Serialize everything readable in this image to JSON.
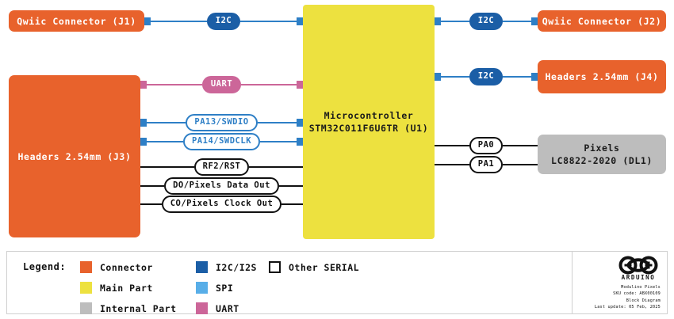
{
  "diagram": {
    "blocks": {
      "j1": {
        "label": "Qwiic Connector (J1)",
        "kind": "connector"
      },
      "j3": {
        "label": "Headers 2.54mm (J3)",
        "kind": "connector"
      },
      "mcu": {
        "line1": "Microcontroller",
        "line2": "STM32C011F6U6TR (U1)",
        "kind": "main-part"
      },
      "j2": {
        "label": "Qwiic Connector (J2)",
        "kind": "connector"
      },
      "j4": {
        "label": "Headers 2.54mm (J4)",
        "kind": "connector"
      },
      "dl1": {
        "line1": "Pixels",
        "line2": "LC8822-2020 (DL1)",
        "kind": "internal-part"
      }
    },
    "connections": [
      {
        "label": "I2C",
        "bus": "i2c",
        "from": "j1",
        "to": "mcu"
      },
      {
        "label": "I2C",
        "bus": "i2c",
        "from": "mcu",
        "to": "j2"
      },
      {
        "label": "I2C",
        "bus": "i2c",
        "from": "mcu",
        "to": "j4"
      },
      {
        "label": "UART",
        "bus": "uart",
        "from": "j3",
        "to": "mcu"
      },
      {
        "label": "PA13/SWDIO",
        "bus": "spi",
        "from": "j3",
        "to": "mcu"
      },
      {
        "label": "PA14/SWDCLK",
        "bus": "spi",
        "from": "j3",
        "to": "mcu"
      },
      {
        "label": "RF2/RST",
        "bus": "other",
        "from": "j3",
        "to": "mcu"
      },
      {
        "label": "DO/Pixels Data Out",
        "bus": "other",
        "from": "j3",
        "to": "mcu"
      },
      {
        "label": "CO/Pixels Clock Out",
        "bus": "other",
        "from": "j3",
        "to": "mcu"
      },
      {
        "label": "PA0",
        "bus": "other",
        "from": "mcu",
        "to": "dl1"
      },
      {
        "label": "PA1",
        "bus": "other",
        "from": "mcu",
        "to": "dl1"
      }
    ]
  },
  "legend": {
    "title": "Legend:",
    "items": [
      {
        "label": "Connector",
        "color": "#E8622C",
        "style": "fill"
      },
      {
        "label": "Main Part",
        "color": "#EDE13F",
        "style": "fill"
      },
      {
        "label": "Internal Part",
        "color": "#BDBDBD",
        "style": "fill"
      },
      {
        "label": "I2C/I2S",
        "color": "#1B5EA6",
        "style": "fill"
      },
      {
        "label": "SPI",
        "color": "#58AEE8",
        "style": "fill"
      },
      {
        "label": "UART",
        "color": "#CC6699",
        "style": "fill"
      },
      {
        "label": "Other SERIAL",
        "color": "#FFFFFF",
        "style": "outline"
      }
    ]
  },
  "credit": {
    "logo_word": "ARDUINO",
    "line1": "Modulino Pixels",
    "line2": "SKU code: ABX00109",
    "line3": "Block Diagram",
    "line4": "Last update: 05 Feb, 2025"
  },
  "colors": {
    "connector": "#E8622C",
    "main_part": "#EDE13F",
    "internal_part": "#BDBDBD",
    "i2c": "#1B5EA6",
    "i2c_wire": "#2E7FC6",
    "spi": "#58AEE8",
    "uart": "#CC6699",
    "other_serial": "#111111"
  }
}
